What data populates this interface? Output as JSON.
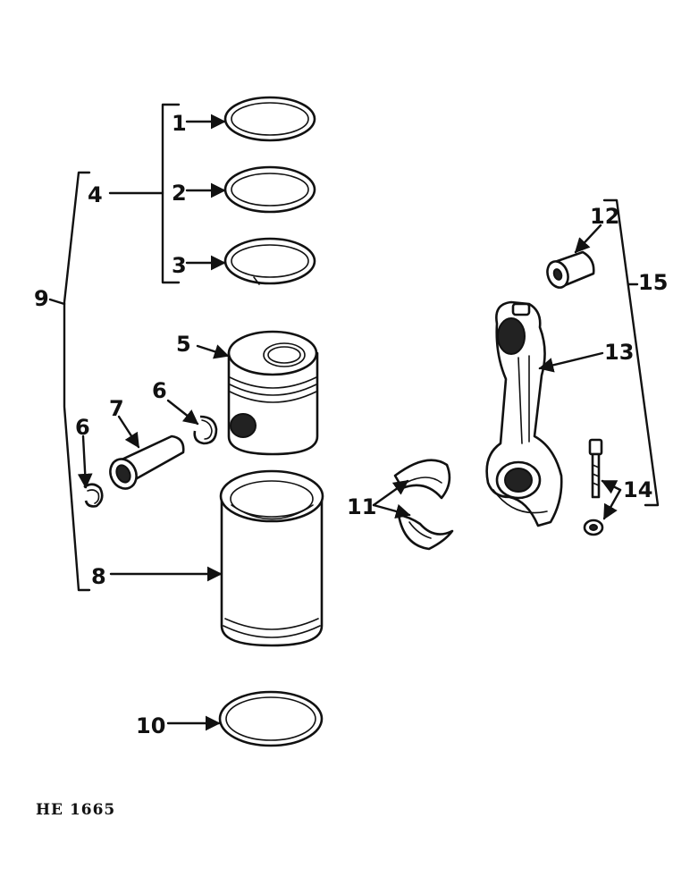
{
  "callouts": {
    "c1": "1",
    "c2": "2",
    "c3": "3",
    "c4": "4",
    "c5": "5",
    "c6a": "6",
    "c6b": "6",
    "c7": "7",
    "c8": "8",
    "c9": "9",
    "c10": "10",
    "c11": "11",
    "c12": "12",
    "c13": "13",
    "c14": "14",
    "c15": "15"
  },
  "reference_code": "HE 1665"
}
